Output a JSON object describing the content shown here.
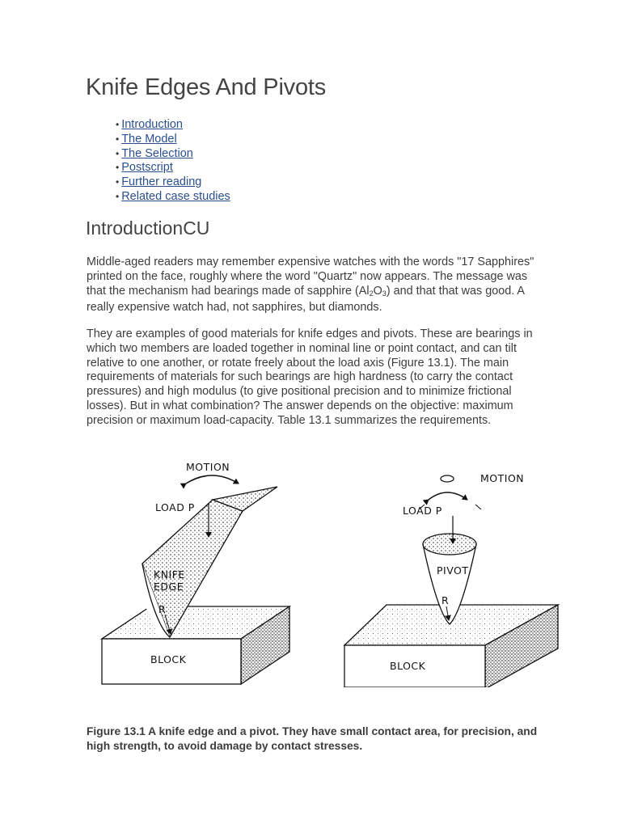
{
  "title": "Knife Edges And Pivots",
  "toc": [
    {
      "label": "Introduction"
    },
    {
      "label": "The Model"
    },
    {
      "label": "The Selection"
    },
    {
      "label": "Postscript"
    },
    {
      "label": "Further reading"
    },
    {
      "label": "Related case studies"
    }
  ],
  "section_title": "IntroductionCU",
  "para1": {
    "before": "Middle-aged readers may remember expensive watches with the words \"17 Sapphires\" printed on the face, roughly where the word \"Quartz\" now appears. The message was that the mechanism had bearings made of sapphire (Al",
    "sub1": "2",
    "mid": "O",
    "sub2": "3",
    "after": ") and that that was good. A really expensive watch had, not sapphires, but diamonds."
  },
  "para2": "They are examples of good materials for knife edges and pivots. These are bearings in which two members are loaded together in nominal line or point contact, and can tilt relative to one another, or rotate freely about the load axis (Figure 13.1). The main requirements of materials for such bearings are high hardness (to carry the contact pressures) and high modulus (to give positional precision and to minimize frictional losses). But in what combination? The answer depends on the objective: maximum precision or maximum load-capacity. Table 13.1 summarizes the requirements.",
  "figure": {
    "knife": {
      "motion": "MOTION",
      "load": "LOAD  P",
      "knife_line1": "KNIFE",
      "knife_line2": "EDGE",
      "radius": "R",
      "block": "BLOCK"
    },
    "pivot": {
      "motion": "MOTION",
      "load": "LOAD  P",
      "pivot": "PIVOT",
      "radius": "R",
      "block": "BLOCK"
    }
  },
  "caption": "Figure 13.1 A knife edge and a pivot. They have small contact area, for precision, and high strength, to avoid damage by contact stresses."
}
